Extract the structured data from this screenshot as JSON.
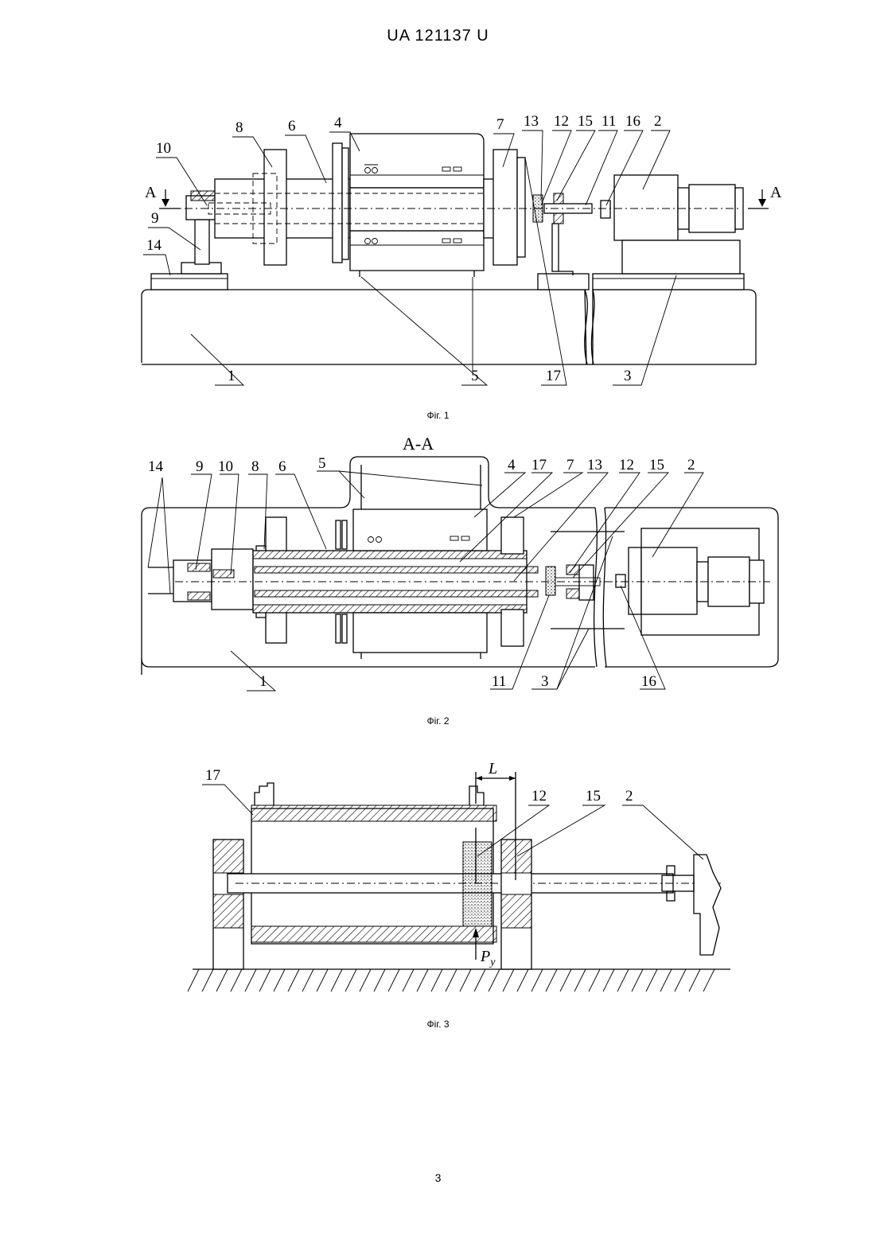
{
  "header": {
    "patent_id": "UA   121137   U"
  },
  "page_number": "3",
  "figures": [
    {
      "caption": "Фіг. 1",
      "section_marks": [
        "А",
        "А"
      ],
      "callouts": [
        "8",
        "6",
        "4",
        "7",
        "13",
        "12",
        "15",
        "11",
        "16",
        "2",
        "10",
        "9",
        "14",
        "1",
        "5",
        "17",
        "3"
      ]
    },
    {
      "caption": "Фіг. 2",
      "section_title": "А-А",
      "callouts": [
        "14",
        "9",
        "10",
        "8",
        "6",
        "5",
        "4",
        "17",
        "7",
        "13",
        "12",
        "15",
        "2",
        "1",
        "11",
        "3",
        "16"
      ]
    },
    {
      "caption": "Фіг. 3",
      "dimension_label": "L",
      "force_label": "P",
      "force_subscript": "y",
      "callouts": [
        "17",
        "12",
        "15",
        "2"
      ]
    }
  ]
}
